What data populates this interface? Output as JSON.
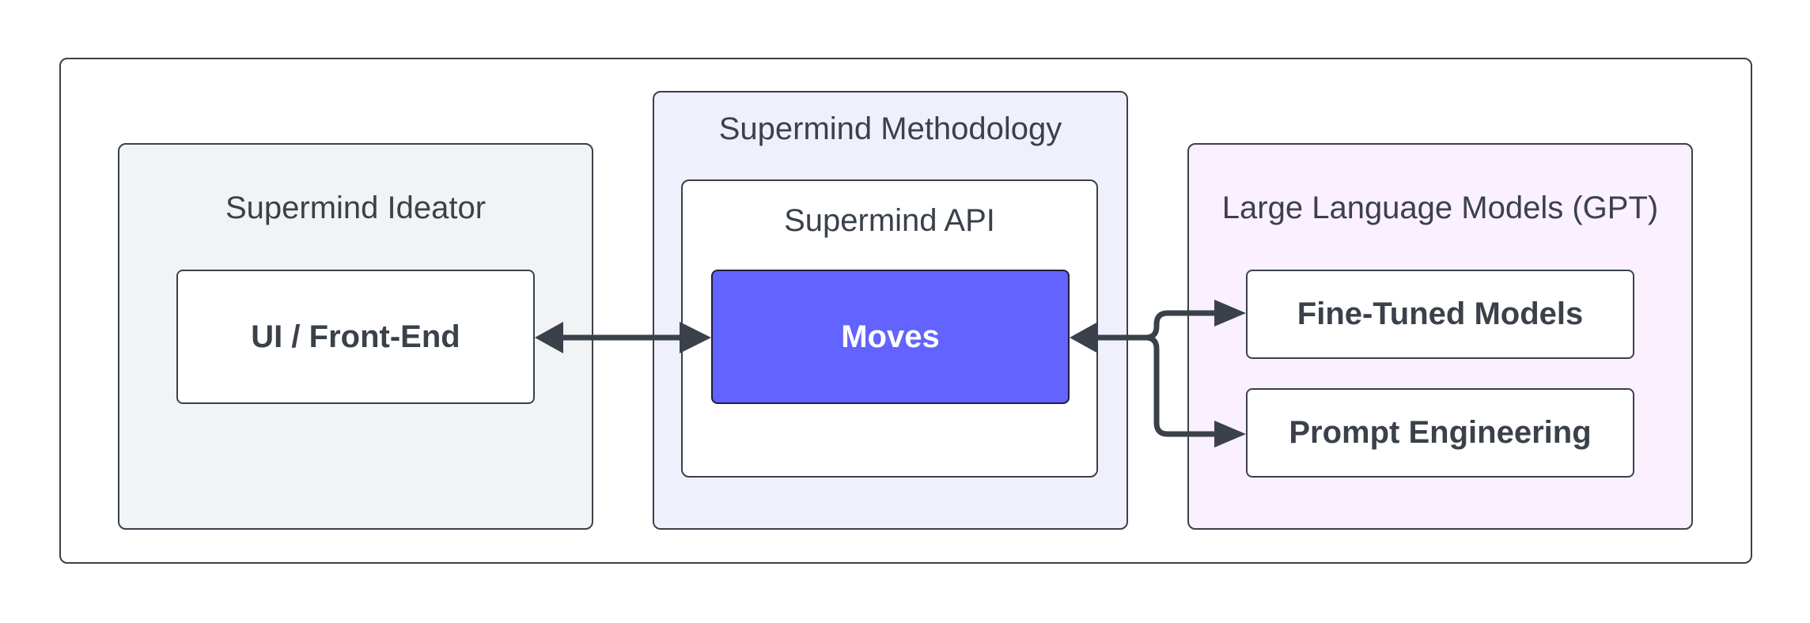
{
  "diagram": {
    "colors": {
      "stroke": "#3a414a",
      "ideator_fill": "#f2f3f5",
      "methodology_fill": "#f0f0fc",
      "llm_fill": "#fbf0fd",
      "moves_fill": "#6363ff",
      "text": "#3a414a"
    },
    "groups": {
      "ideator": {
        "title": "Supermind Ideator"
      },
      "methodology": {
        "title": "Supermind Methodology"
      },
      "api": {
        "title": "Supermind API"
      },
      "llm": {
        "title": "Large Language Models (GPT)"
      }
    },
    "nodes": {
      "ui": {
        "label": "UI / Front-End"
      },
      "moves": {
        "label": "Moves"
      },
      "fine_tuned": {
        "label": "Fine-Tuned Models"
      },
      "prompt": {
        "label": "Prompt Engineering"
      }
    },
    "edges": [
      {
        "from": "UI / Front-End",
        "to": "Moves",
        "direction": "bidirectional"
      },
      {
        "from": "Moves",
        "to": "Fine-Tuned Models",
        "direction": "bidirectional"
      },
      {
        "from": "Moves",
        "to": "Prompt Engineering",
        "direction": "bidirectional"
      }
    ]
  }
}
